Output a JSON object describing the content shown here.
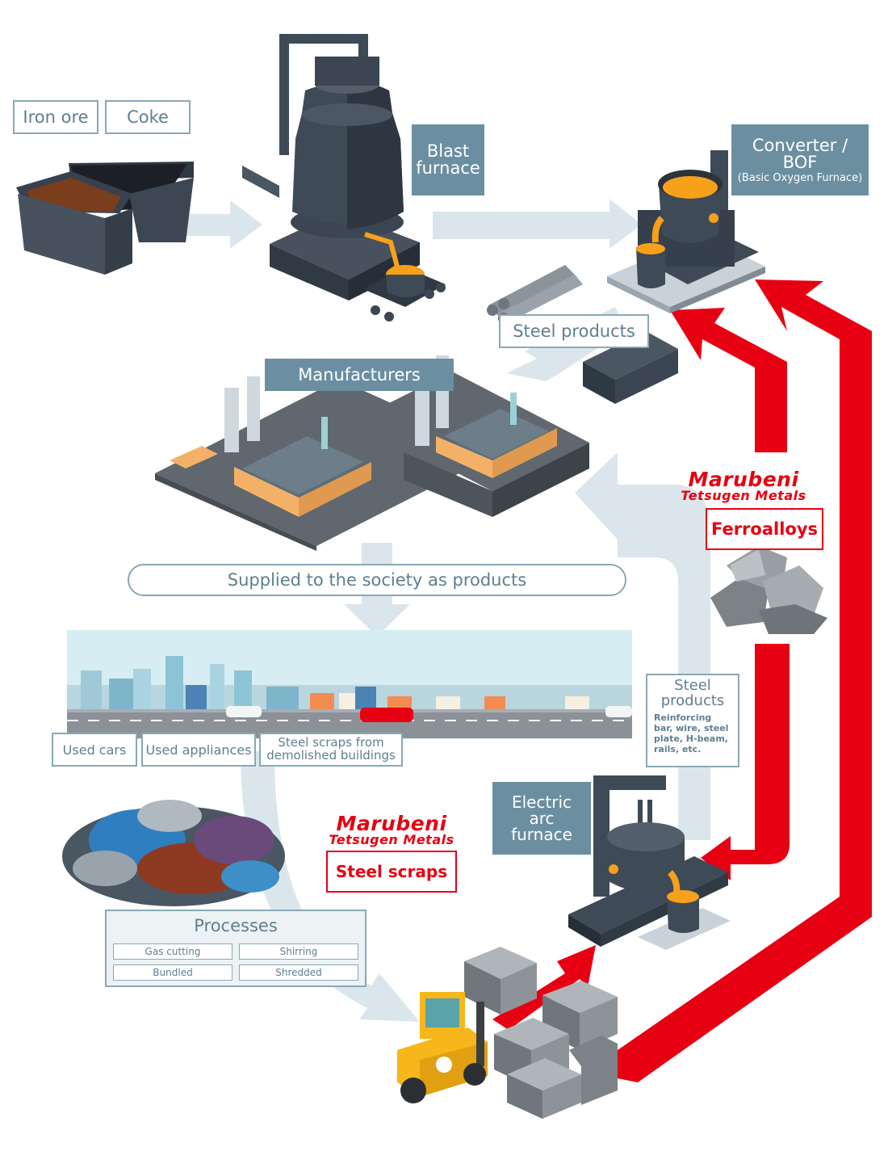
{
  "labels": {
    "iron_ore": "Iron ore",
    "coke": "Coke",
    "blast_furnace": "Blast furnace",
    "converter": "Converter / BOF",
    "converter_sub": "(Basic Oxygen Furnace)",
    "steel_products_top": "Steel products",
    "manufacturers": "Manufacturers",
    "supplied": "Supplied to the society as products",
    "used_cars": "Used cars",
    "used_appliances": "Used appliances",
    "steel_scraps_from": "Steel scraps from",
    "demolished_buildings": "demolished buildings",
    "electric_arc": "Electric arc furnace",
    "steel_products_side_title": "Steel products",
    "steel_products_side_sub": "Reinforcing bar, wire, steel plate, H-beam, rails, etc.",
    "ferroalloys": "Ferroalloys",
    "steel_scraps": "Steel scraps"
  },
  "brand": {
    "line1": "Marubeni",
    "line2": "Tetsugen Metals"
  },
  "processes": {
    "title": "Processes",
    "items": [
      "Gas cutting",
      "Shirring",
      "Bundled",
      "Shredded"
    ]
  },
  "colors": {
    "label_text": "#5d7f91",
    "label_border": "#8aa8b6",
    "label_dark_bg": "#6b8fa1",
    "flow_arrow": "#dbe6ec",
    "red_arrow": "#e60012",
    "furnace_dark": "#3f4a57",
    "molten": "#f7a11a",
    "factory_wall": "#f3b168",
    "road": "#8c9197"
  },
  "icons": [
    "blast-furnace-icon",
    "converter-icon",
    "electric-arc-furnace-icon",
    "factory-icon",
    "forklift-icon",
    "scrap-pile-icon",
    "ferroalloy-rocks-icon",
    "steel-pipes-icon",
    "h-beams-icon",
    "ore-bin-icon",
    "city-skyline-icon",
    "scrap-bales-icon"
  ]
}
